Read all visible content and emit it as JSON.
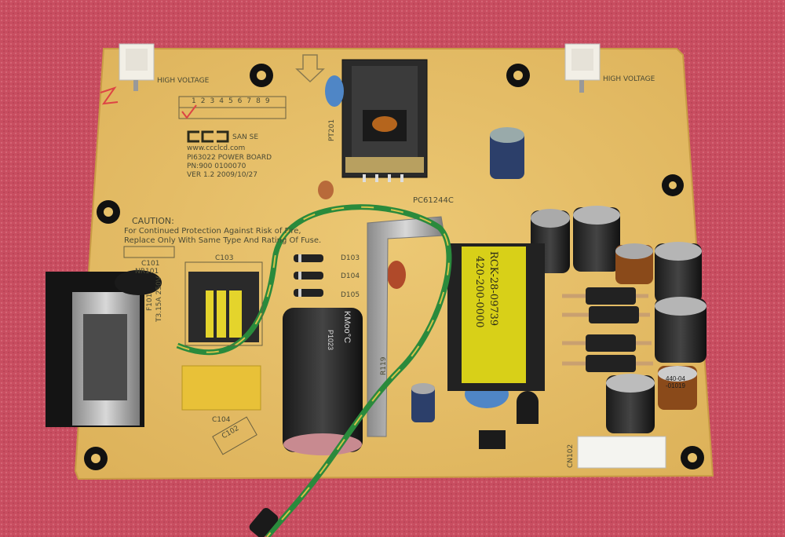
{
  "board": {
    "brand": "SAN SE",
    "website": "www.ccclcd.com",
    "model": "PI63022 POWER BOARD",
    "part_number": "PN:900 0100070",
    "version": "VER 1.2 2009/10/27",
    "high_voltage_left": "HIGH VOLTAGE",
    "high_voltage_right": "HIGH VOLTAGE",
    "check_numbers": [
      "1",
      "2",
      "3",
      "4",
      "5",
      "6",
      "7",
      "8",
      "9"
    ],
    "caution_title": "CAUTION:",
    "caution_line1": "For Continued Protection Against Risk of Fire,",
    "caution_line2": "Replace Only With Same Type And Rating Of Fuse.",
    "transformer_code": "PC61244C",
    "transformer_label": "PT201"
  },
  "components": {
    "c101": "C101",
    "nr101": "NR101",
    "c103": "C103",
    "c104": "C104",
    "c102": "C102",
    "d103": "D103",
    "d104": "D104",
    "d105": "D105",
    "f101": "F101",
    "fuse_rating": "T3.15A 250V",
    "cn102": "CN102",
    "r119": "R119"
  },
  "main_transformer": {
    "line1": "RCK-28-09739",
    "line2": "420-200-0000"
  },
  "capacitor_big": {
    "brand": "KMoo°C",
    "spec": "P1023"
  },
  "small_cap_label": "440-04\n-01019",
  "colors": {
    "background": "#c94a5e",
    "pcb": "#e6c069",
    "wire": "#2a8a3c",
    "yellow_tape": "#d8d018"
  }
}
